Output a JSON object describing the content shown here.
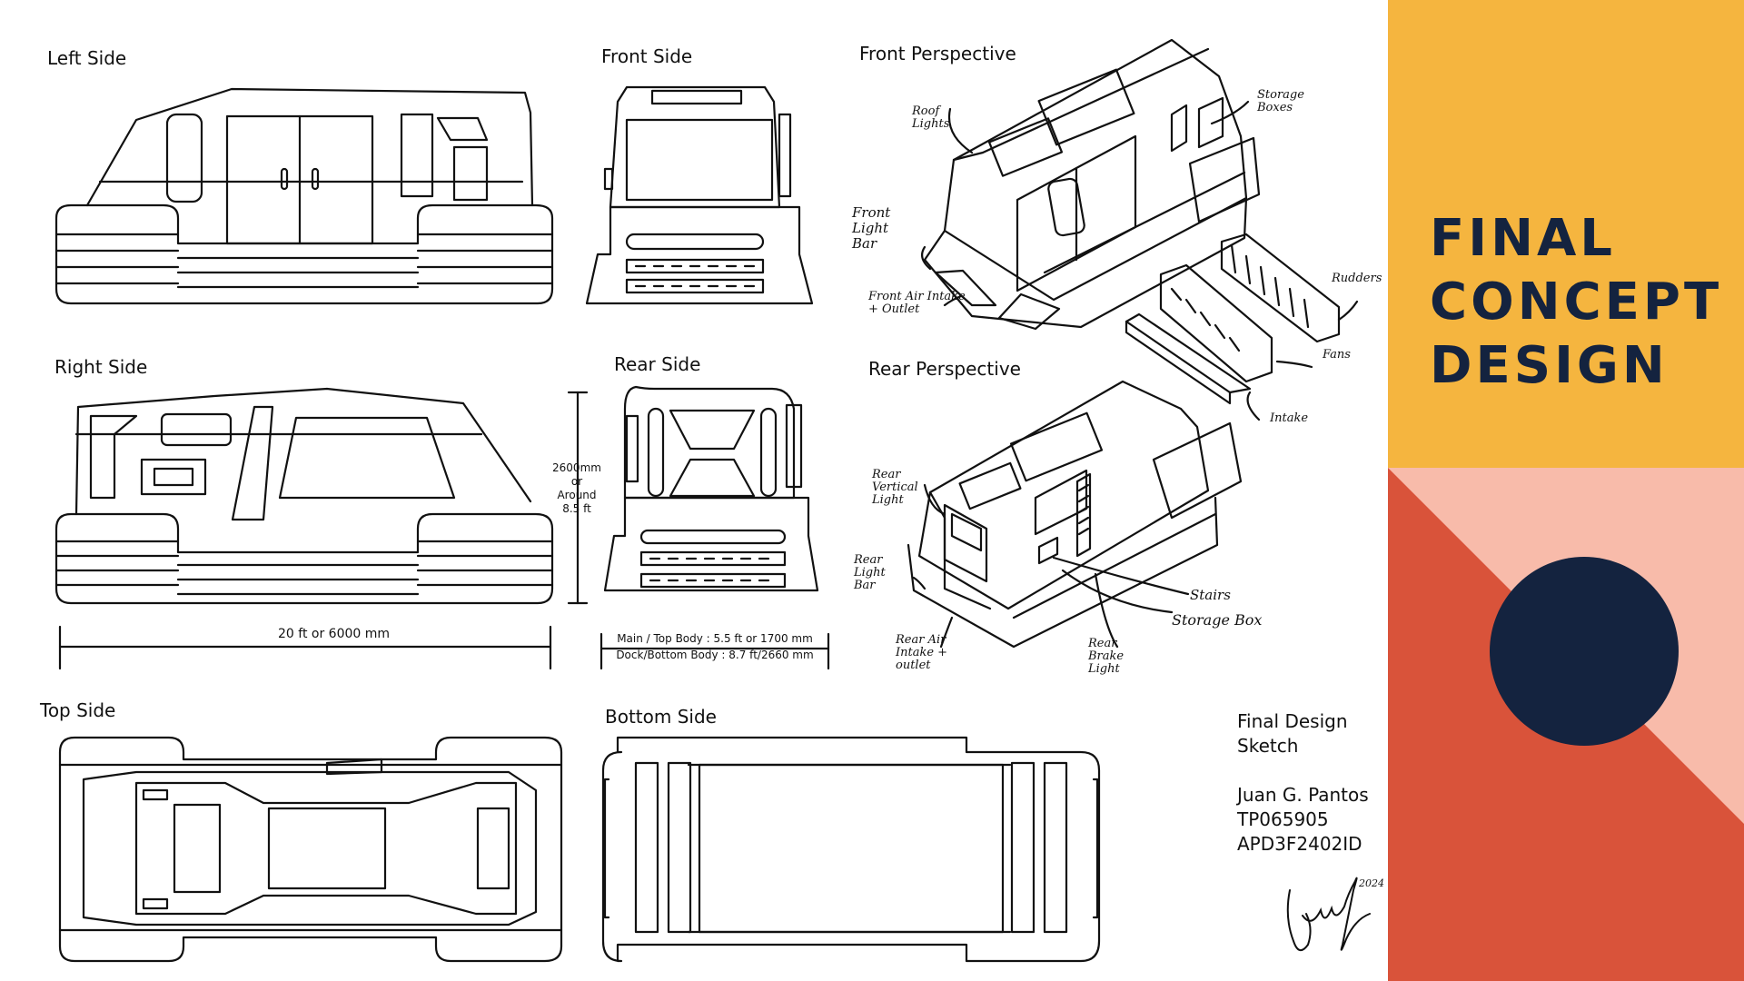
{
  "views": {
    "left_side": "Left Side",
    "front_side": "Front Side",
    "front_perspective": "Front Perspective",
    "right_side": "Right Side",
    "rear_side": "Rear Side",
    "rear_perspective": "Rear Perspective",
    "top_side": "Top Side",
    "bottom_side": "Bottom Side"
  },
  "dimensions": {
    "length": "20 ft or 6000 mm",
    "height_lines": [
      "2600mm",
      "or",
      "Around",
      "8.5 ft"
    ],
    "main_body": "Main / Top Body : 5.5 ft or 1700 mm",
    "dock_body": "Dock/Bottom Body : 8.7 ft/2660 mm"
  },
  "annotations": {
    "roof_lights": "Roof Lights",
    "storage_boxes": "Storage Boxes",
    "front_light_bar": "Front Light Bar",
    "front_air_intake": "Front Air Intake + Outlet",
    "rudders": "Rudders",
    "fans": "Fans",
    "intake": "Intake",
    "rear_vertical_light": "Rear Vertical Light",
    "rear_light_bar": "Rear Light Bar",
    "stairs": "Stairs",
    "storage_box": "Storage Box",
    "rear_air_intake": "Rear Air Intake + outlet",
    "rear_brake_light": "Rear Brake Light"
  },
  "credits": {
    "heading_line1": "Final Design",
    "heading_line2": "Sketch",
    "name": "Juan G. Pantos",
    "student_id": "TP065905",
    "intake_code": "APD3F2402ID",
    "signature_year": "2024"
  },
  "panel": {
    "title_lines": [
      "FINAL",
      "CONCEPT",
      "DESIGN"
    ]
  },
  "colors": {
    "yellow": "#F5B53F",
    "orange_red": "#D9533A",
    "pink": "#F8BBAA",
    "navy": "#14233F",
    "ink": "#111111"
  }
}
